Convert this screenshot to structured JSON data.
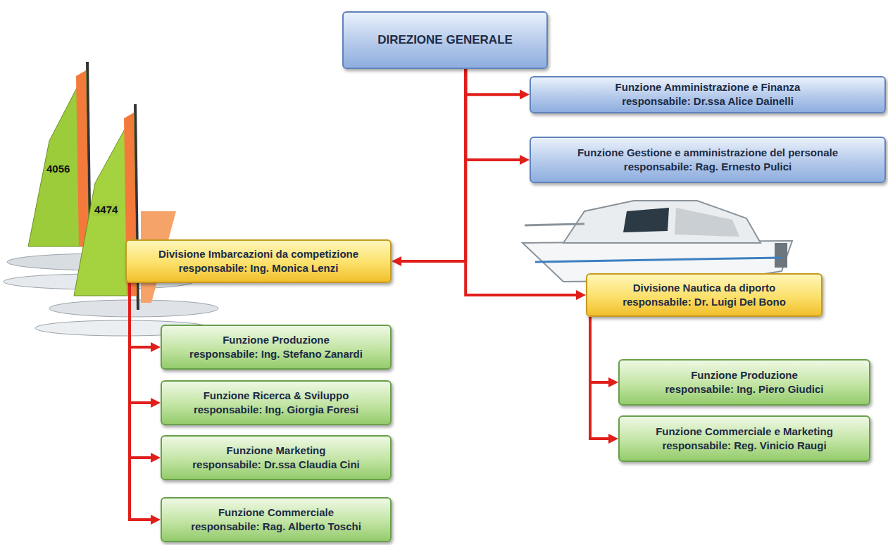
{
  "diagram": {
    "nodes": [
      {
        "text": [
          "DIREZIONE GENERALE"
        ]
      },
      {
        "text": [
          "Funzione Amministrazione e Finanza",
          "responsabile: Dr.ssa Alice Dainelli"
        ]
      },
      {
        "text": [
          "Funzione Gestione e amministrazione del personale",
          "responsabile: Rag. Ernesto Pulici"
        ]
      },
      {
        "text": [
          "Divisione Imbarcazioni da competizione",
          "responsabile: Ing. Monica Lenzi"
        ]
      },
      {
        "text": [
          "Divisione Nautica da diporto",
          "responsabile: Dr. Luigi Del Bono"
        ]
      },
      {
        "text": [
          "Funzione Produzione",
          "responsabile: Ing. Stefano Zanardi"
        ]
      },
      {
        "text": [
          "Funzione Ricerca & Sviluppo",
          "responsabile: Ing. Giorgia Foresi"
        ]
      },
      {
        "text": [
          "Funzione Marketing",
          "responsabile: Dr.ssa Claudia Cini"
        ]
      },
      {
        "text": [
          "Funzione Commerciale",
          "responsabile: Rag. Alberto Toschi"
        ]
      },
      {
        "text": [
          "Funzione Produzione",
          "responsabile: Ing. Piero Giudici"
        ]
      },
      {
        "text": [
          "Funzione Commerciale e Marketing",
          "responsabile: Reg. Vinicio Raugi"
        ]
      }
    ],
    "edges": [
      {
        "from": 0,
        "to": 1,
        "arrow": "to"
      },
      {
        "from": 0,
        "to": 2,
        "arrow": "to"
      },
      {
        "from": 0,
        "to": 3,
        "arrow": "to"
      },
      {
        "from": 0,
        "to": 4,
        "arrow": "to"
      },
      {
        "from": 3,
        "to": 5,
        "arrow": "to"
      },
      {
        "from": 3,
        "to": 6,
        "arrow": "to"
      },
      {
        "from": 3,
        "to": 7,
        "arrow": "to"
      },
      {
        "from": 3,
        "to": 8,
        "arrow": "to"
      },
      {
        "from": 4,
        "to": 9,
        "arrow": "to"
      },
      {
        "from": 4,
        "to": 10,
        "arrow": "to"
      }
    ],
    "labels": [
      "4056",
      "4474"
    ]
  }
}
